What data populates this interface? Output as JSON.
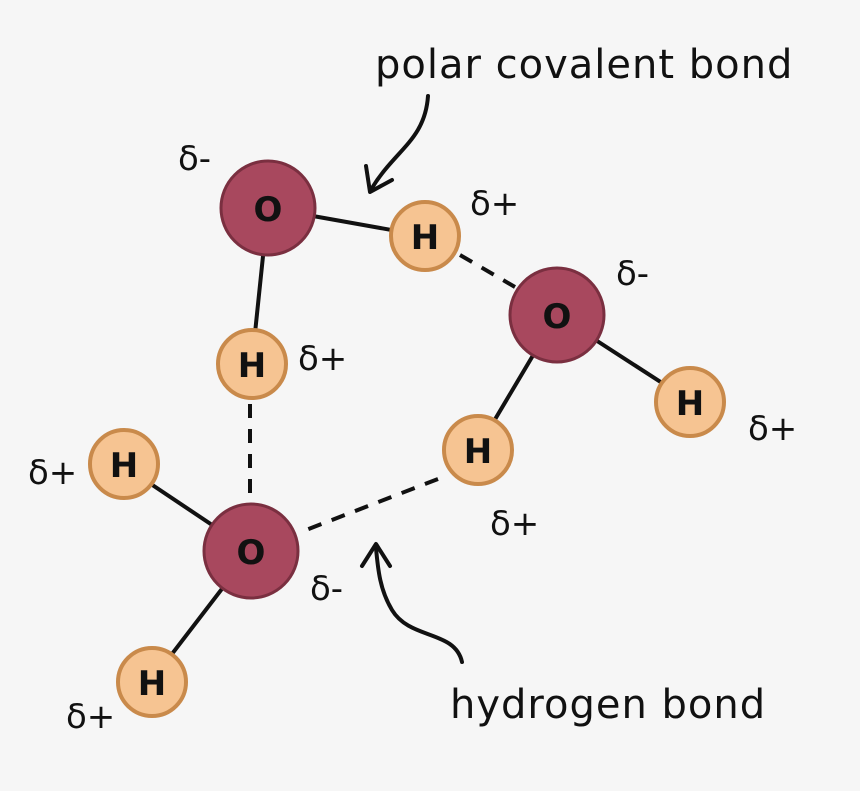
{
  "labels": {
    "polar_covalent": "polar covalent bond",
    "hydrogen_bond": "hydrogen bond"
  },
  "atom_symbols": {
    "oxygen": "O",
    "hydrogen": "H"
  },
  "charges": {
    "negative": "δ-",
    "positive": "δ+"
  },
  "colors": {
    "background": "#f6f6f6",
    "oxygen_fill": "#a8485e",
    "oxygen_stroke": "#7a2f40",
    "hydrogen_fill": "#f6c492",
    "hydrogen_stroke": "#c98a4b",
    "ink": "#111111"
  }
}
